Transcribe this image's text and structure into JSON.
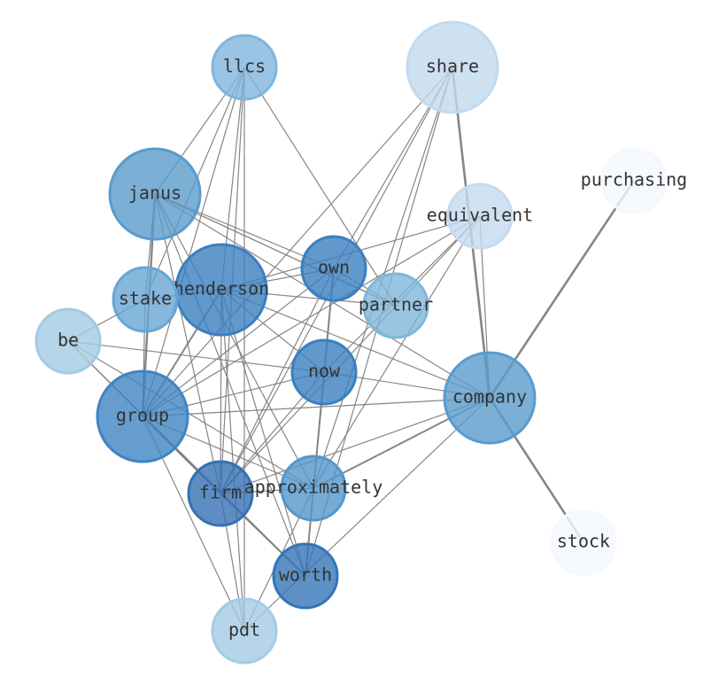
{
  "nodes": [
    {
      "id": "llcs",
      "label": "llcs",
      "color": "#7fb5dc"
    },
    {
      "id": "share",
      "label": "share",
      "color": "#c2d9ee"
    },
    {
      "id": "purchasing",
      "label": "purchasing",
      "color": "#f4f9fe"
    },
    {
      "id": "janus",
      "label": "janus",
      "color": "#5a9bcc"
    },
    {
      "id": "equivalent",
      "label": "equivalent",
      "color": "#c4dbef"
    },
    {
      "id": "own",
      "label": "own",
      "color": "#3b7fc0"
    },
    {
      "id": "henderson",
      "label": "henderson",
      "color": "#3b7fc0"
    },
    {
      "id": "stake",
      "label": "stake",
      "color": "#66a6d3"
    },
    {
      "id": "partner",
      "label": "partner",
      "color": "#7fb6da"
    },
    {
      "id": "be",
      "label": "be",
      "color": "#a2cae3"
    },
    {
      "id": "now",
      "label": "now",
      "color": "#3b7fc0"
    },
    {
      "id": "company",
      "label": "company",
      "color": "#5a9bcc"
    },
    {
      "id": "group",
      "label": "group",
      "color": "#3f84c3"
    },
    {
      "id": "firm",
      "label": "firm",
      "color": "#3471b3"
    },
    {
      "id": "approximately",
      "label": "approximately",
      "color": "#5496ca"
    },
    {
      "id": "stock",
      "label": "stock",
      "color": "#f4f9fe"
    },
    {
      "id": "worth",
      "label": "worth",
      "color": "#3474b6"
    },
    {
      "id": "pdt",
      "label": "pdt",
      "color": "#a4cbe4"
    }
  ],
  "edges": [
    [
      "llcs",
      "janus"
    ],
    [
      "llcs",
      "stake"
    ],
    [
      "llcs",
      "henderson"
    ],
    [
      "llcs",
      "group"
    ],
    [
      "llcs",
      "firm"
    ],
    [
      "llcs",
      "pdt"
    ],
    [
      "llcs",
      "partner"
    ],
    [
      "share",
      "company"
    ],
    [
      "share",
      "own"
    ],
    [
      "share",
      "firm"
    ],
    [
      "share",
      "approximately"
    ],
    [
      "share",
      "group"
    ],
    [
      "share",
      "worth"
    ],
    [
      "purchasing",
      "company"
    ],
    [
      "company",
      "stock"
    ],
    [
      "janus",
      "group"
    ],
    [
      "janus",
      "stake"
    ],
    [
      "janus",
      "own"
    ],
    [
      "janus",
      "firm"
    ],
    [
      "janus",
      "worth"
    ],
    [
      "janus",
      "partner"
    ],
    [
      "janus",
      "company"
    ],
    [
      "janus",
      "approximately"
    ],
    [
      "equivalent",
      "henderson"
    ],
    [
      "equivalent",
      "approximately"
    ],
    [
      "equivalent",
      "firm"
    ],
    [
      "equivalent",
      "group"
    ],
    [
      "equivalent",
      "now"
    ],
    [
      "equivalent",
      "company"
    ],
    [
      "own",
      "henderson"
    ],
    [
      "own",
      "worth"
    ],
    [
      "own",
      "firm"
    ],
    [
      "own",
      "partner"
    ],
    [
      "own",
      "group"
    ],
    [
      "own",
      "approximately"
    ],
    [
      "henderson",
      "group"
    ],
    [
      "henderson",
      "partner"
    ],
    [
      "henderson",
      "pdt"
    ],
    [
      "henderson",
      "now"
    ],
    [
      "henderson",
      "firm"
    ],
    [
      "henderson",
      "company"
    ],
    [
      "henderson",
      "worth"
    ],
    [
      "henderson",
      "stake"
    ],
    [
      "be",
      "stake"
    ],
    [
      "be",
      "now"
    ],
    [
      "be",
      "firm"
    ],
    [
      "be",
      "worth"
    ],
    [
      "be",
      "approximately"
    ],
    [
      "stake",
      "group"
    ],
    [
      "now",
      "group"
    ],
    [
      "now",
      "firm"
    ],
    [
      "now",
      "company"
    ],
    [
      "company",
      "group"
    ],
    [
      "company",
      "approximately"
    ],
    [
      "company",
      "firm"
    ],
    [
      "company",
      "pdt"
    ],
    [
      "group",
      "approximately"
    ],
    [
      "group",
      "firm"
    ],
    [
      "group",
      "worth"
    ],
    [
      "group",
      "pdt"
    ],
    [
      "firm",
      "approximately"
    ],
    [
      "firm",
      "pdt"
    ],
    [
      "firm",
      "worth"
    ],
    [
      "approximately",
      "pdt"
    ]
  ]
}
